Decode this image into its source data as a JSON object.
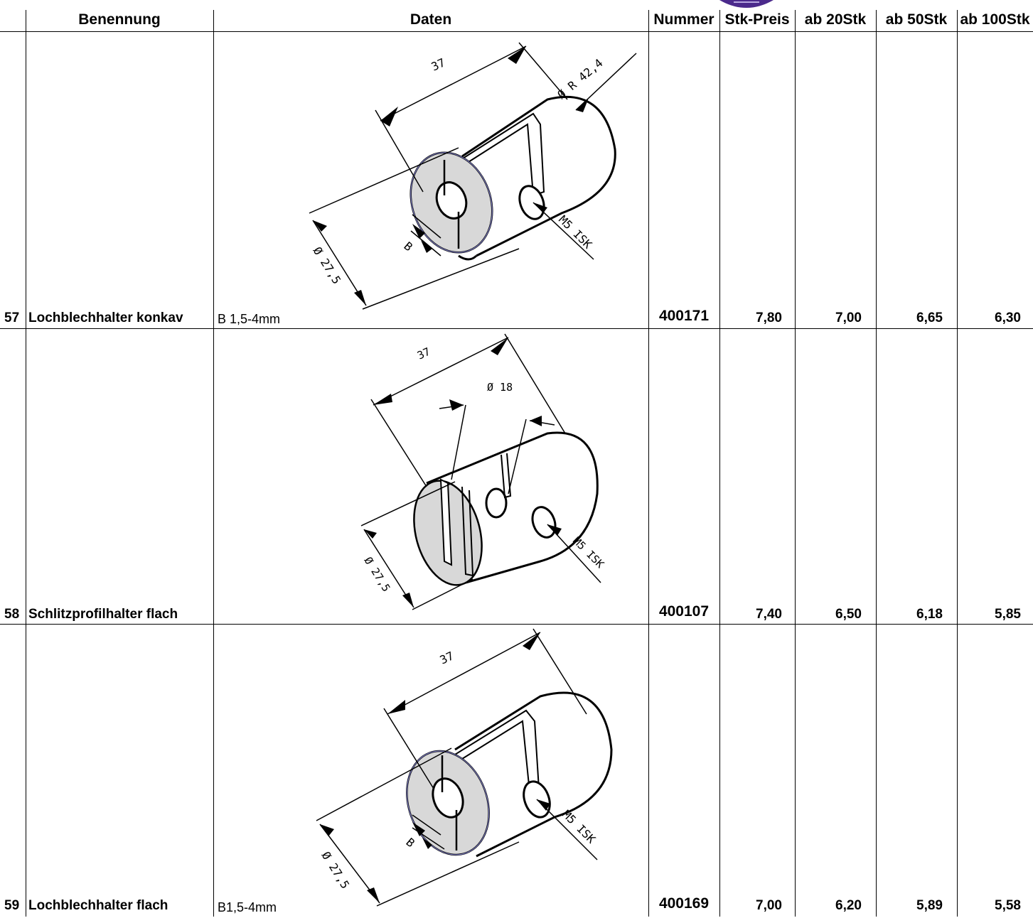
{
  "header": {
    "benennung": "Benennung",
    "daten": "Daten",
    "nummer": "Nummer",
    "stk_preis": "Stk-Preis",
    "ab20": "ab 20Stk",
    "ab50": "ab 50Stk",
    "ab100": "ab 100Stk"
  },
  "rows": [
    {
      "nr": "57",
      "name": "Lochblechhalter konkav",
      "data": "B 1,5-4mm",
      "number": "400171",
      "stk_preis": "7,80",
      "ab20": "7,00",
      "ab50": "6,65",
      "ab100": "6,30",
      "dims": {
        "length": "37",
        "radius": "Ø R 42,4",
        "diameter": "Ø 27,5",
        "thread": "M5 ISK",
        "b": "B"
      }
    },
    {
      "nr": "58",
      "name": "Schlitzprofilhalter flach",
      "data": "",
      "number": "400107",
      "stk_preis": "7,40",
      "ab20": "6,50",
      "ab50": "6,18",
      "ab100": "5,85",
      "dims": {
        "length": "37",
        "slot": "Ø 18",
        "diameter": "Ø 27,5",
        "thread": "M5 ISK"
      }
    },
    {
      "nr": "59",
      "name": "Lochblechhalter flach",
      "data": "B1,5-4mm",
      "number": "400169",
      "stk_preis": "7,00",
      "ab20": "6,20",
      "ab50": "5,89",
      "ab100": "5,58",
      "dims": {
        "length": "37",
        "diameter": "Ø 27,5",
        "thread": "M5 ISK",
        "b": "B"
      }
    }
  ],
  "colors": {
    "logo": "#4b2a8c",
    "shade": "#d8d8d8",
    "edge": "#8a8ad8"
  },
  "icons": {
    "logo": "brand-logo-icon"
  }
}
